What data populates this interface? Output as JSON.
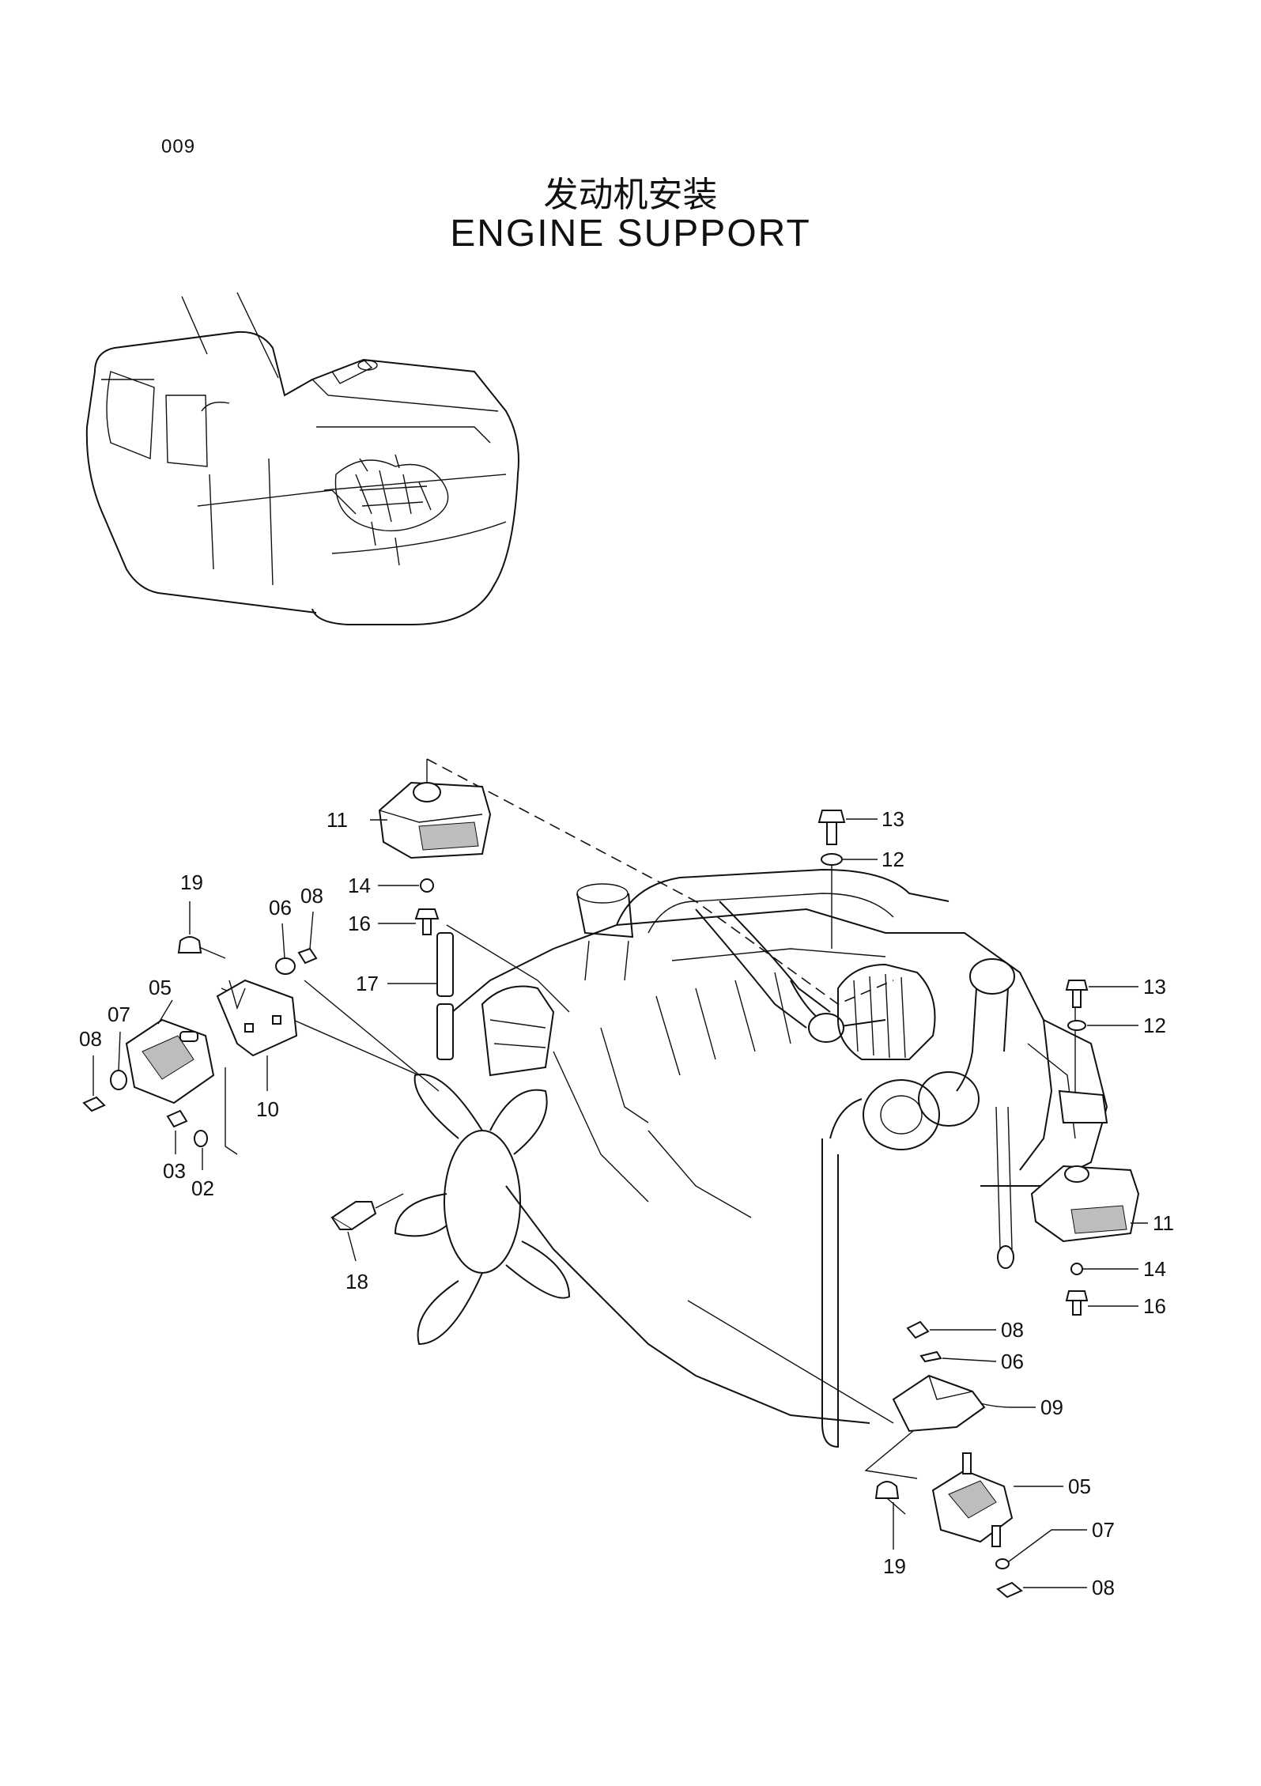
{
  "header": {
    "page_number": "009",
    "title_cn": "发动机安装",
    "title_en": "ENGINE  SUPPORT"
  },
  "callouts": [
    {
      "id": "c11a",
      "label": "11"
    },
    {
      "id": "c14a",
      "label": "14"
    },
    {
      "id": "c16a",
      "label": "16"
    },
    {
      "id": "c17",
      "label": "17"
    },
    {
      "id": "c13a",
      "label": "13"
    },
    {
      "id": "c12a",
      "label": "12"
    },
    {
      "id": "c19a",
      "label": "19"
    },
    {
      "id": "c06a",
      "label": "06"
    },
    {
      "id": "c08a",
      "label": "08"
    },
    {
      "id": "c05a",
      "label": "05"
    },
    {
      "id": "c07a",
      "label": "07"
    },
    {
      "id": "c08b",
      "label": "08"
    },
    {
      "id": "c10",
      "label": "10"
    },
    {
      "id": "c03",
      "label": "03"
    },
    {
      "id": "c02",
      "label": "02"
    },
    {
      "id": "c18",
      "label": "18"
    },
    {
      "id": "c13b",
      "label": "13"
    },
    {
      "id": "c12b",
      "label": "12"
    },
    {
      "id": "c11b",
      "label": "11"
    },
    {
      "id": "c14b",
      "label": "14"
    },
    {
      "id": "c16b",
      "label": "16"
    },
    {
      "id": "c08c",
      "label": "08"
    },
    {
      "id": "c06b",
      "label": "06"
    },
    {
      "id": "c09",
      "label": "09"
    },
    {
      "id": "c05b",
      "label": "05"
    },
    {
      "id": "c07b",
      "label": "07"
    },
    {
      "id": "c19b",
      "label": "19"
    },
    {
      "id": "c08d",
      "label": "08"
    }
  ]
}
